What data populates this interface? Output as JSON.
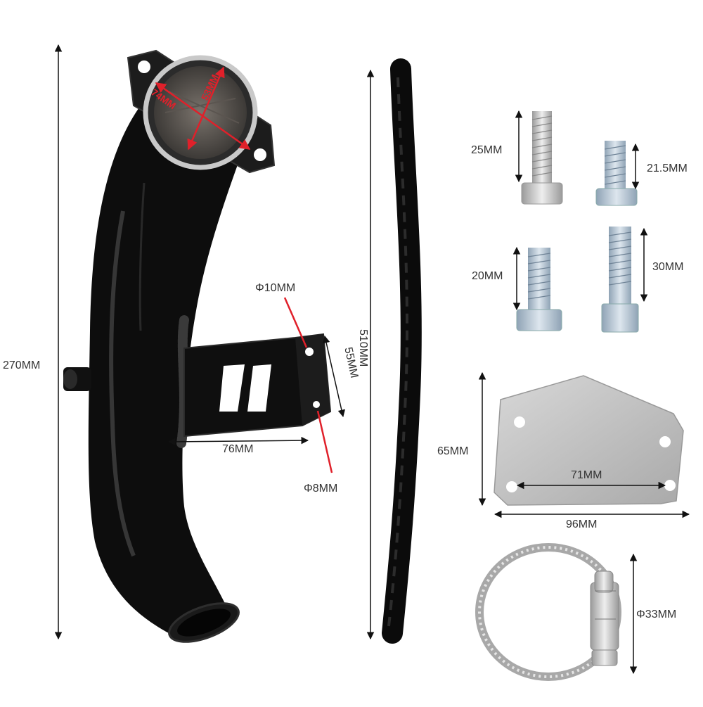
{
  "labels": {
    "pipe_length": "270MM",
    "flange_width": "74MM",
    "flange_height": "53MM",
    "bracket_hole_top": "Φ10MM",
    "bracket_hole_bottom": "Φ8MM",
    "bracket_height": "55MM",
    "bracket_width": "76MM",
    "hose_length": "510MM",
    "bolt_1": "25MM",
    "bolt_2": "21.5MM",
    "bolt_3": "20MM",
    "bolt_4": "30MM",
    "plate_height": "65MM",
    "plate_hole_spacing": "71MM",
    "plate_width": "96MM",
    "clamp_diameter": "Φ33MM"
  },
  "colors": {
    "pipe": "#0d0d0d",
    "dimension_line": "#111111",
    "flange_annotation": "#e0202a",
    "bolt_zinc": "#b8c6d2",
    "bolt_silver": "#c9c9c9",
    "plate": "#c3c3c3",
    "clamp": "#b5b5b5"
  }
}
